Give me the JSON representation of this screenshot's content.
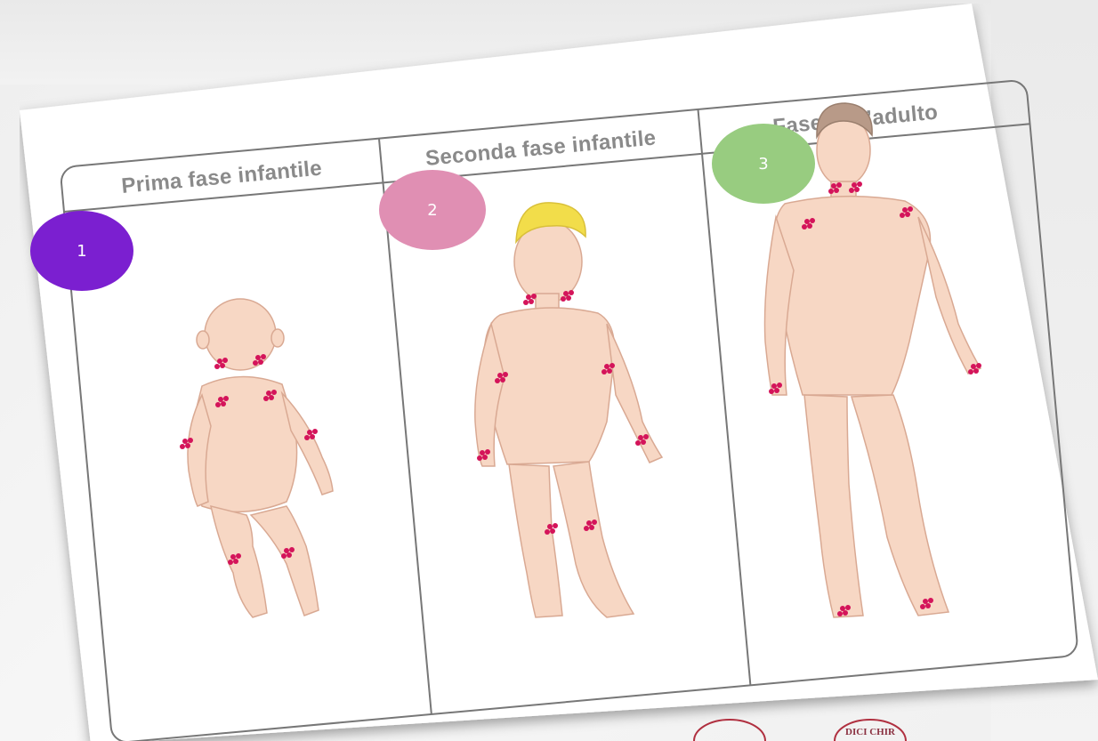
{
  "phases": [
    {
      "title": "Prima fase infantile",
      "badge": "1",
      "badge_color": "#7b1fd0"
    },
    {
      "title": "Seconda fase infantile",
      "badge": "2",
      "badge_color": "#e08fb3"
    },
    {
      "title": "Fase dell’adulto",
      "badge": "3",
      "badge_color": "#98cc80"
    }
  ],
  "colors": {
    "skin": "#f7d7c4",
    "skin_outline": "#d9a993",
    "lesion": "#d4145a",
    "hair_child": "#f2dd4a",
    "hair_adult": "#b89a88",
    "panel_border": "#777777"
  },
  "logo_text": "DICI CHIR"
}
